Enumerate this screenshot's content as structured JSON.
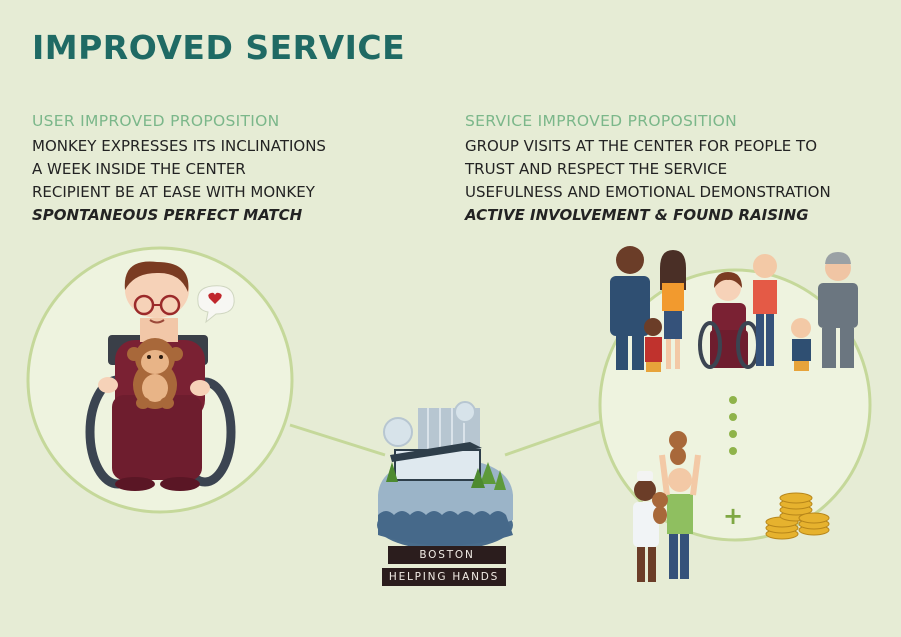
{
  "title": "IMPROVED SERVICE",
  "user": {
    "heading": "USER IMPROVED PROPOSITION",
    "lines": [
      "MONKEY EXPRESSES ITS INCLINATIONS",
      "A WEEK INSIDE THE CENTER",
      "RECIPIENT BE AT EASE WITH MONKEY"
    ],
    "emphasis": "SPONTANEOUS PERFECT MATCH"
  },
  "service": {
    "heading": "SERVICE IMPROVED PROPOSITION",
    "lines": [
      "GROUP VISITS AT THE CENTER FOR PEOPLE TO",
      "TRUST AND RESPECT THE SERVICE",
      "USEFULNESS AND EMOTIONAL DEMONSTRATION"
    ],
    "emphasis": "ACTIVE INVOLVEMENT & FOUND RAISING"
  },
  "center_label": {
    "line1": "BOSTON",
    "line2": "HELPING HANDS"
  },
  "plus_symbol": "+",
  "icons": [
    "heart-speech-bubble-icon",
    "coin-stack-icon",
    "ellipsis-dots-icon"
  ],
  "colors": {
    "background": "#e6ecd5",
    "title": "#1f6a64",
    "heading": "#7bb78a",
    "circle_fill": "#eef3df",
    "circle_stroke": "#c5d89a",
    "label_box": "#2b1d1d"
  }
}
